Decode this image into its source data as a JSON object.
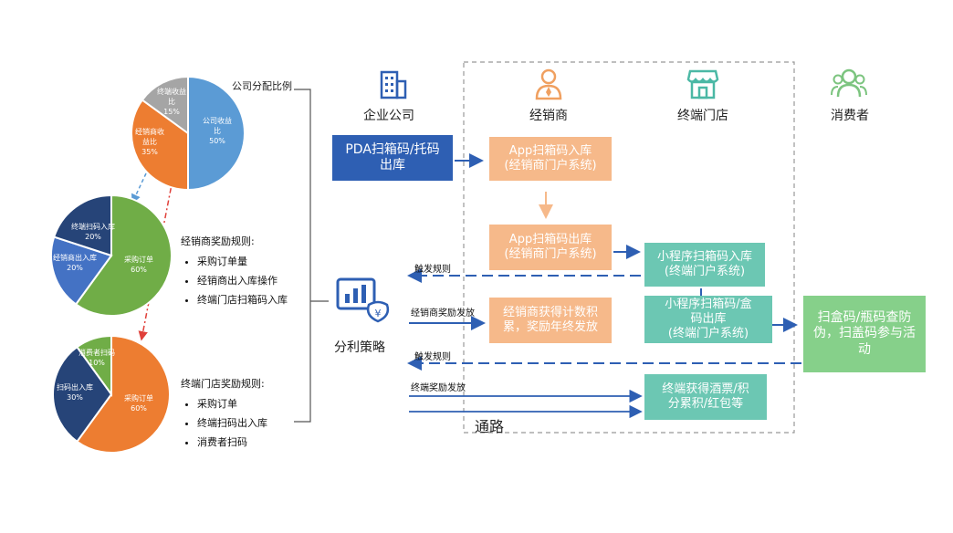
{
  "colors": {
    "blue": "#2e5fb3",
    "orange": "#f6b98a",
    "teal": "#6cc7b3",
    "green": "#86d08a",
    "pie_blue": "#5b9bd5",
    "pie_orange": "#ed7d31",
    "pie_gray": "#a5a5a5",
    "pie_navy": "#264478",
    "pie_mid": "#4472c4",
    "pie_green": "#70ad47",
    "arrow": "#2e5fb3",
    "dashed_red": "#e0403a",
    "dashed_lightblue": "#5b9bd5"
  },
  "chart_data": [
    {
      "type": "pie",
      "title": "公司分配比例",
      "slices": [
        {
          "label": "公司收益\n比\n50%",
          "value": 50
        },
        {
          "label": "经销商收\n益比\n35%",
          "value": 35
        },
        {
          "label": "终端收益\n比\n15%",
          "value": 15
        }
      ]
    },
    {
      "type": "pie",
      "slices": [
        {
          "label": "采购订单\n60%",
          "value": 60
        },
        {
          "label": "经销商出入库\n20%",
          "value": 20
        },
        {
          "label": "终端扫码入库\n20%",
          "value": 20
        }
      ]
    },
    {
      "type": "pie",
      "slices": [
        {
          "label": "采购订单\n60%",
          "value": 60
        },
        {
          "label": "扫码出入库\n30%",
          "value": 30
        },
        {
          "label": "消费者扫码\n10%",
          "value": 10
        }
      ]
    }
  ],
  "rules_dealer": {
    "title": "经销商奖励规则:",
    "items": [
      "采购订单量",
      "经销商出入库操作",
      "终端门店扫箱码入库"
    ]
  },
  "rules_store": {
    "title": "终端门店奖励规则:",
    "items": [
      "采购订单",
      "终端扫码出入库",
      "消费者扫码"
    ]
  },
  "strategy_label": "分利策略",
  "headers": {
    "enterprise": "企业公司",
    "dealer": "经销商",
    "store": "终端门店",
    "consumer": "消费者"
  },
  "boxes": {
    "pda": "PDA扫箱码/托码\n出库",
    "app_in": "App扫箱码入库\n(经销商门户系统)",
    "app_out": "App扫箱码出库\n(经销商门户系统)",
    "dealer_points": "经销商获得计数积\n累，奖励年终发放",
    "mini_in": "小程序扫箱码入库\n(终端门户系统)",
    "mini_out": "小程序扫箱码/盒\n码出库\n(终端门户系统)",
    "store_reward": "终端获得酒票/积\n分累积/红包等",
    "consumer_scan": "扫盒码/瓶码查防\n伪，扫盖码参与活\n动"
  },
  "flow_labels": {
    "trigger1": "触发规则",
    "dealer_reward": "经销商奖励发放",
    "trigger2": "触发规则",
    "store_reward": "终端奖励发放",
    "channel": "通路"
  }
}
